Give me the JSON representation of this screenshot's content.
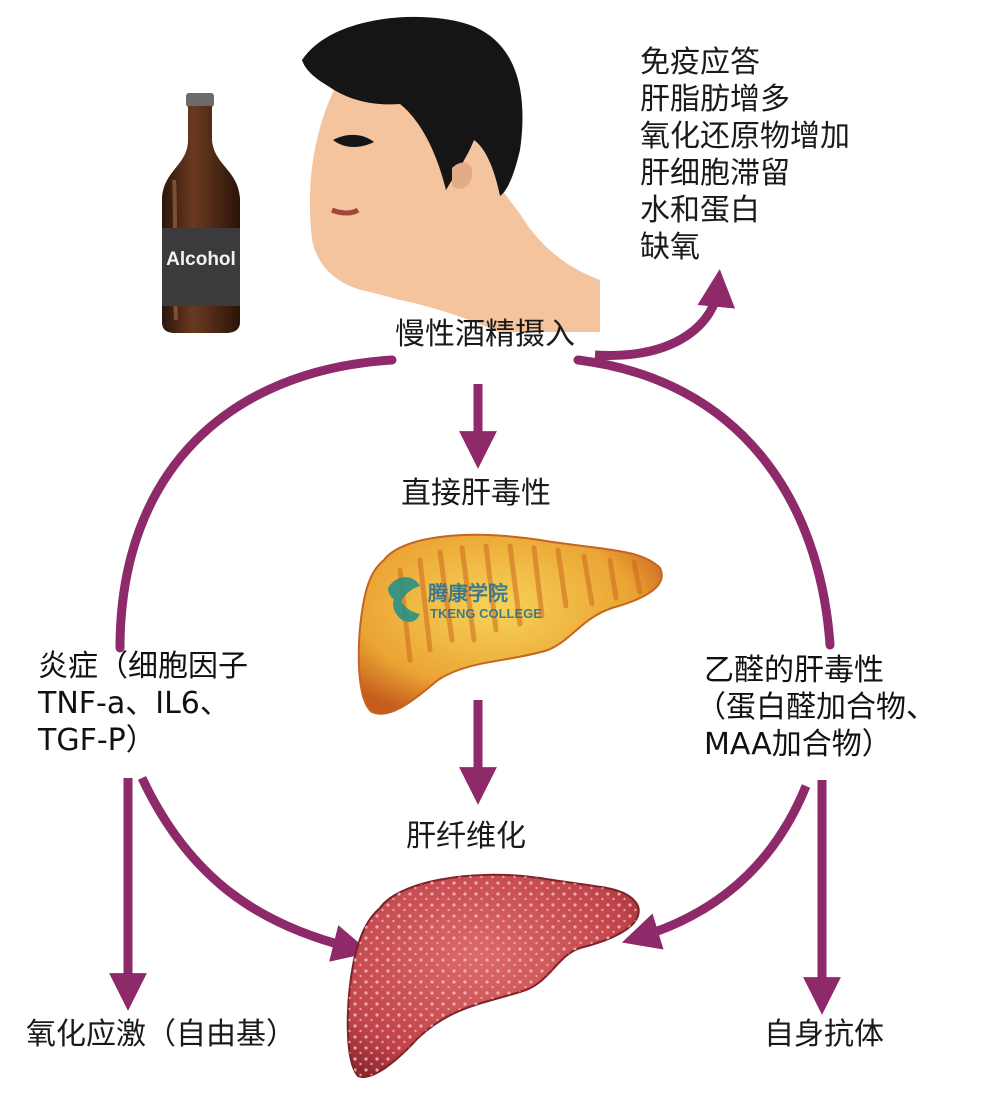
{
  "bottle": {
    "label": "Alcohol"
  },
  "top_effects": [
    "免疫应答",
    "肝脂肪增多",
    "氧化还原物增加",
    "肝细胞滞留",
    "水和蛋白",
    "缺氧"
  ],
  "center": {
    "intake": "慢性酒精摄入",
    "hepatotoxicity": "直接肝毒性",
    "fibrosis": "肝纤维化"
  },
  "left": {
    "inflammation_lines": [
      "炎症（细胞因子",
      "TNF-a、IL6、",
      "TGF-P）"
    ],
    "oxidative_stress": "氧化应激（自由基）"
  },
  "right": {
    "acetaldehyde_lines": [
      "乙醛的肝毒性",
      "（蛋白醛加合物、",
      "MAA加合物）"
    ],
    "autoantibody": "自身抗体"
  },
  "watermark": {
    "cn": "腾康学院",
    "en": "TKENG COLLEGE"
  },
  "colors": {
    "arrow": "#8e2a6a",
    "fatty_liver": "#e9a22a",
    "cirrhotic_liver": "#c0444b",
    "bottle": "#4a2615",
    "hair": "#151515",
    "skin": "#f4c49f"
  }
}
